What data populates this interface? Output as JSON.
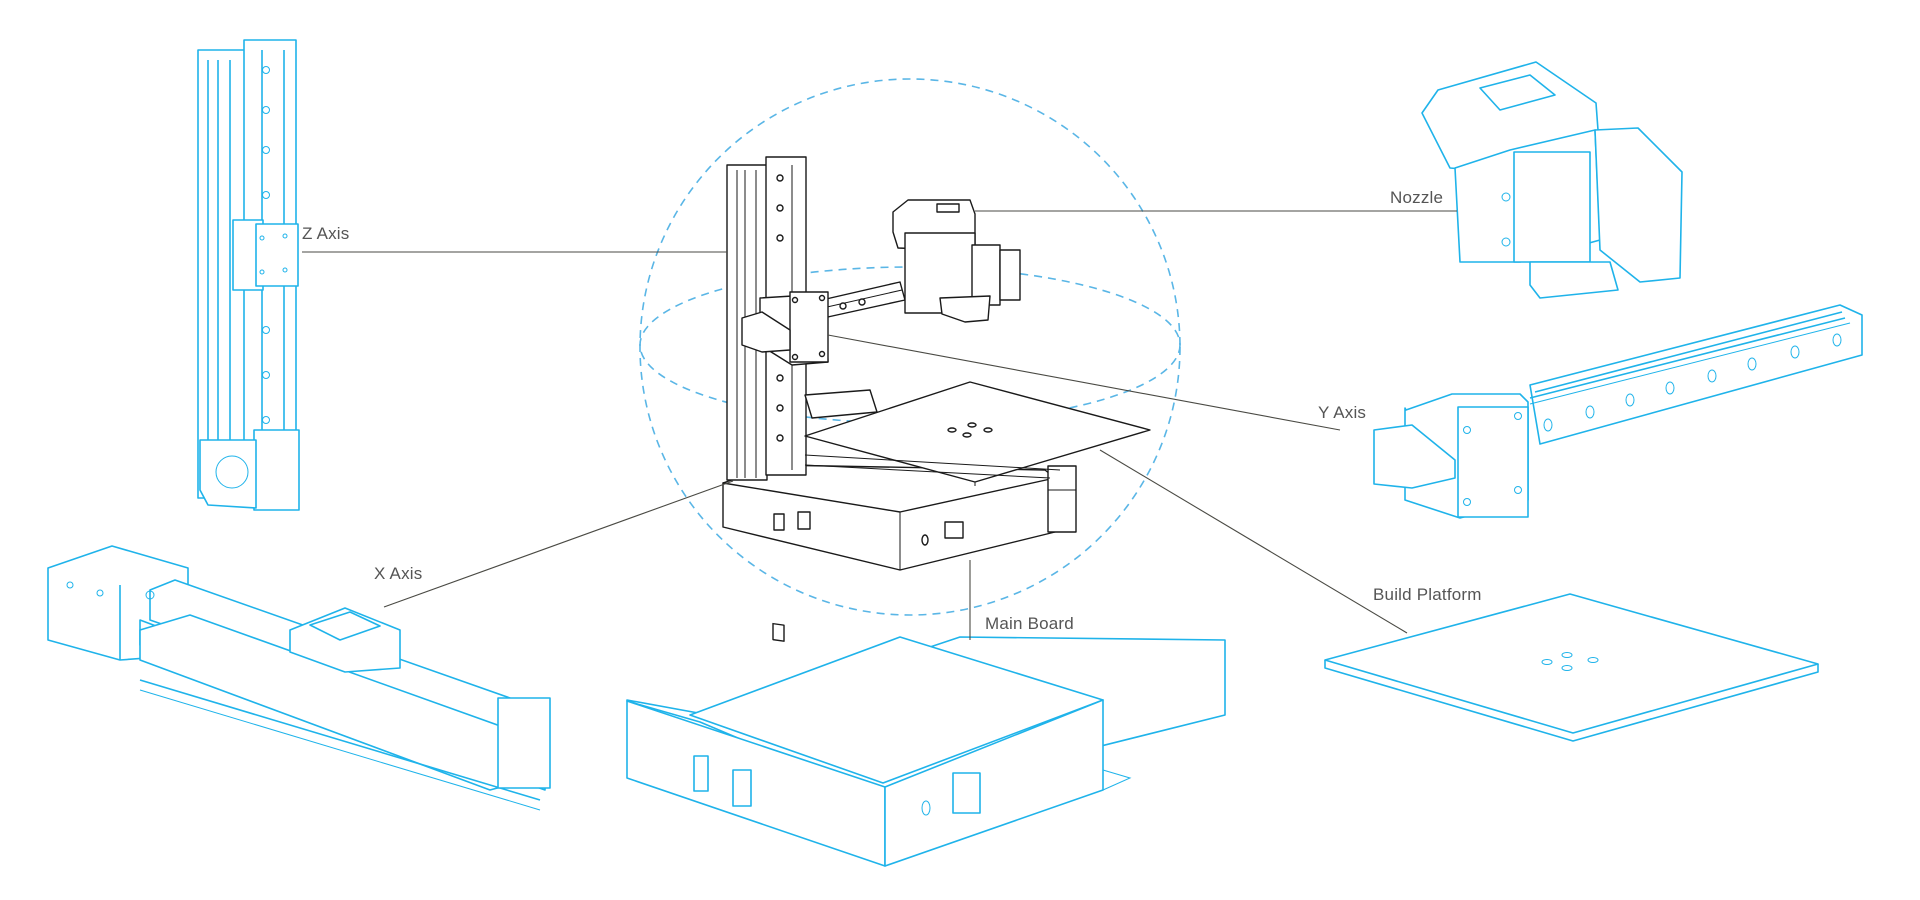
{
  "diagram": {
    "title": "3D printer exploded components",
    "accent_color": "#1fb3ea",
    "assembly_color": "#1a1a1a",
    "guide_color": "#5ab6e6",
    "label_color": "#555555",
    "components": [
      {
        "id": "z-axis",
        "label": "Z Axis"
      },
      {
        "id": "nozzle",
        "label": "Nozzle"
      },
      {
        "id": "y-axis",
        "label": "Y Axis"
      },
      {
        "id": "x-axis",
        "label": "X Axis"
      },
      {
        "id": "main-board",
        "label": "Main Board"
      },
      {
        "id": "build-platform",
        "label": "Build Platform"
      }
    ]
  }
}
